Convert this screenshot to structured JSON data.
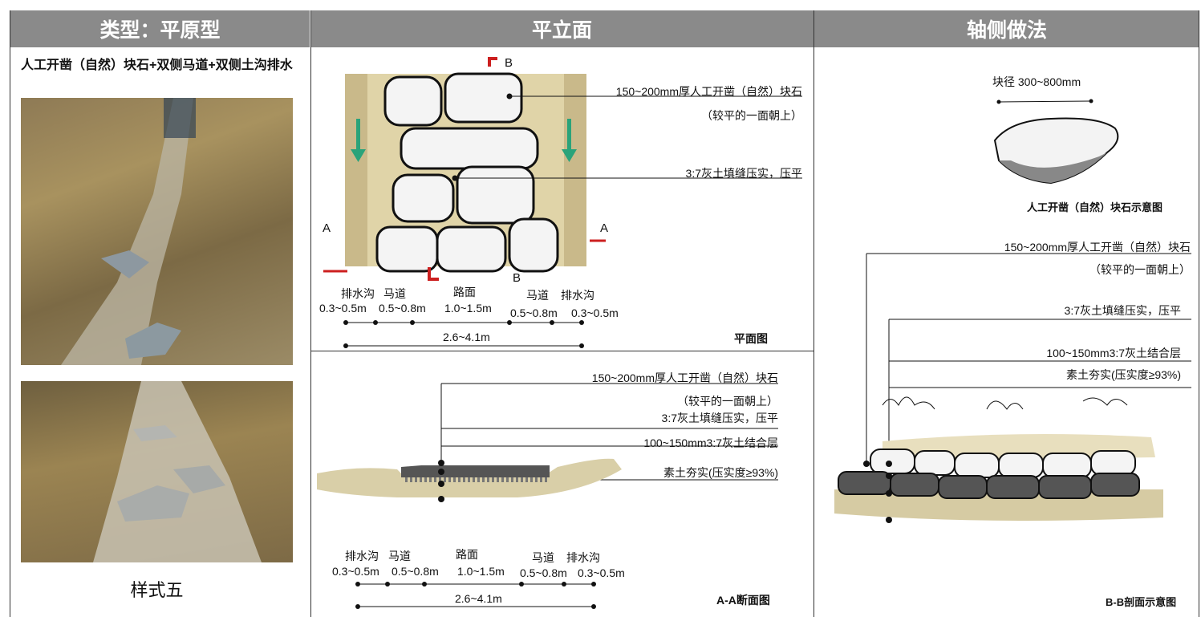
{
  "headers": {
    "type": "类型：平原型",
    "plan": "平立面",
    "axon": "轴侧做法"
  },
  "left": {
    "description": "人工开凿（自然）块石+双侧马道+双侧土沟排水",
    "caption": "样式五"
  },
  "plan": {
    "marker_b": "B",
    "marker_a": "A",
    "label_stone": "150~200mm厚人工开凿（自然）块石",
    "label_stone_note": "（较平的一面朝上）",
    "label_joint": "3:7灰土填缝压实，压平",
    "dims_top": [
      "排水沟",
      "马道",
      "路面",
      "马道",
      "排水沟"
    ],
    "dims_values": [
      "0.3~0.5m",
      "0.5~0.8m",
      "1.0~1.5m",
      "0.5~0.8m",
      "0.3~0.5m"
    ],
    "total": "2.6~4.1m",
    "title": "平面图"
  },
  "section_aa": {
    "label_stone": "150~200mm厚人工开凿（自然）块石",
    "label_stone_note": "（较平的一面朝上）",
    "label_joint": "3:7灰土填缝压实，压平",
    "label_base": "100~150mm3:7灰土结合层",
    "label_soil": "素土夯实(压实度≥93%)",
    "dims_top": [
      "排水沟",
      "马道",
      "路面",
      "马道",
      "排水沟"
    ],
    "dims_values": [
      "0.3~0.5m",
      "0.5~0.8m",
      "1.0~1.5m",
      "0.5~0.8m",
      "0.3~0.5m"
    ],
    "total": "2.6~4.1m",
    "title": "A-A断面图"
  },
  "axon": {
    "stone_size": "块径 300~800mm",
    "stone_title": "人工开凿（自然）块石示意图",
    "label_stone": "150~200mm厚人工开凿（自然）块石",
    "label_stone_note": "（较平的一面朝上）",
    "label_joint": "3:7灰土填缝压实，压平",
    "label_base": "100~150mm3:7灰土结合层",
    "label_soil": "素土夯实(压实度≥93%)",
    "title": "B-B剖面示意图"
  },
  "colors": {
    "header_bg": "#8a8a8a",
    "soil": "#d9cfa8",
    "stone": "#e9e9e9",
    "arrow": "#2aa37a",
    "marker": "#cc1f1f"
  }
}
